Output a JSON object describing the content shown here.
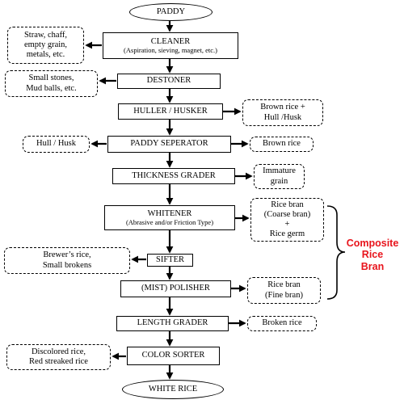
{
  "flow": {
    "start": "PADDY",
    "end": "WHITE RICE",
    "steps": [
      {
        "label": "CLEANER",
        "sub": "(Aspiration, sieving, magnet, etc.)"
      },
      {
        "label": "DESTONER"
      },
      {
        "label": "HULLER / HUSKER"
      },
      {
        "label": "PADDY SEPERATOR"
      },
      {
        "label": "THICKNESS GRADER"
      },
      {
        "label": "WHITENER",
        "sub": "(Abrasive and/or Friction Type)"
      },
      {
        "label": "SIFTER"
      },
      {
        "label": "(MIST) POLISHER"
      },
      {
        "label": "LENGTH GRADER"
      },
      {
        "label": "COLOR SORTER"
      }
    ]
  },
  "left_outputs": {
    "cleaner": [
      "Straw, chaff,",
      "empty grain,",
      "metals, etc."
    ],
    "destoner": [
      "Small stones,",
      "Mud balls, etc."
    ],
    "separator": [
      "Hull / Husk"
    ],
    "sifter": [
      "Brewer’s rice,",
      "Small brokens"
    ],
    "sorter": [
      "Discolored rice,",
      "Red streaked rice"
    ]
  },
  "right_outputs": {
    "huller": [
      "Brown rice +",
      "Hull /Husk"
    ],
    "separator": [
      "Brown rice"
    ],
    "grader": [
      "Immature",
      "grain"
    ],
    "whitener": [
      "Rice bran",
      "(Coarse bran)",
      "+",
      "Rice germ"
    ],
    "polisher": [
      "Rice bran",
      "(Fine bran)"
    ],
    "length": [
      "Broken rice"
    ]
  },
  "composite": [
    "Composite",
    "Rice",
    "Bran"
  ],
  "colors": {
    "line": "#000000",
    "composite": "#e8141c"
  }
}
